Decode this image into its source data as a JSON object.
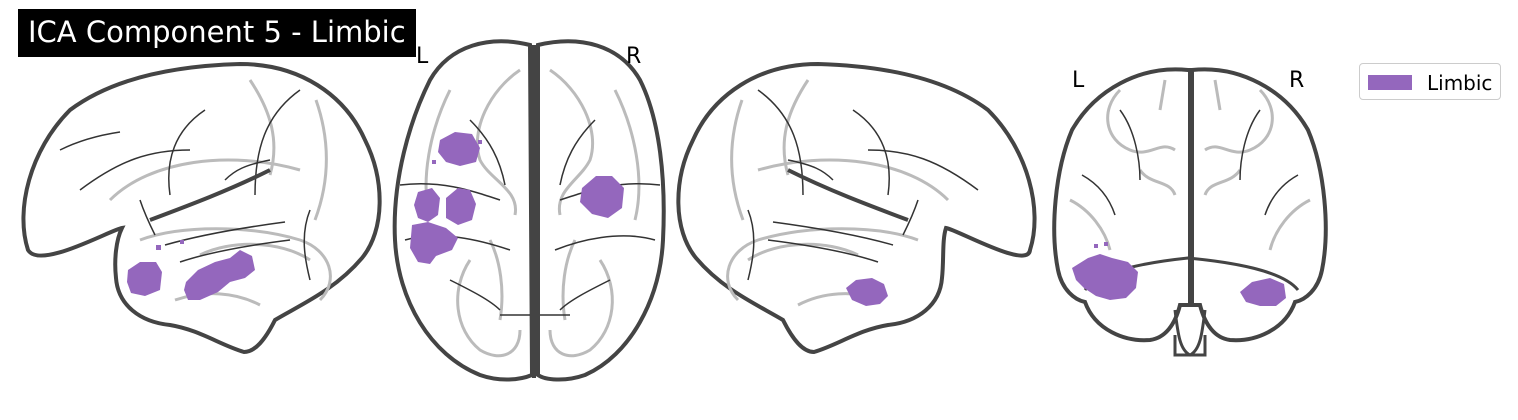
{
  "title": "ICA Component 5 - Limbic",
  "views": {
    "axial": {
      "left_label": "L",
      "right_label": "R"
    },
    "coronal": {
      "left_label": "L",
      "right_label": "R"
    }
  },
  "legend": {
    "label": "Limbic",
    "color": "#9467bd"
  },
  "colors": {
    "region": "#9467bd",
    "outline": "#444444",
    "inner_contour": "#bbbbbb",
    "sulcus": "#333333"
  }
}
